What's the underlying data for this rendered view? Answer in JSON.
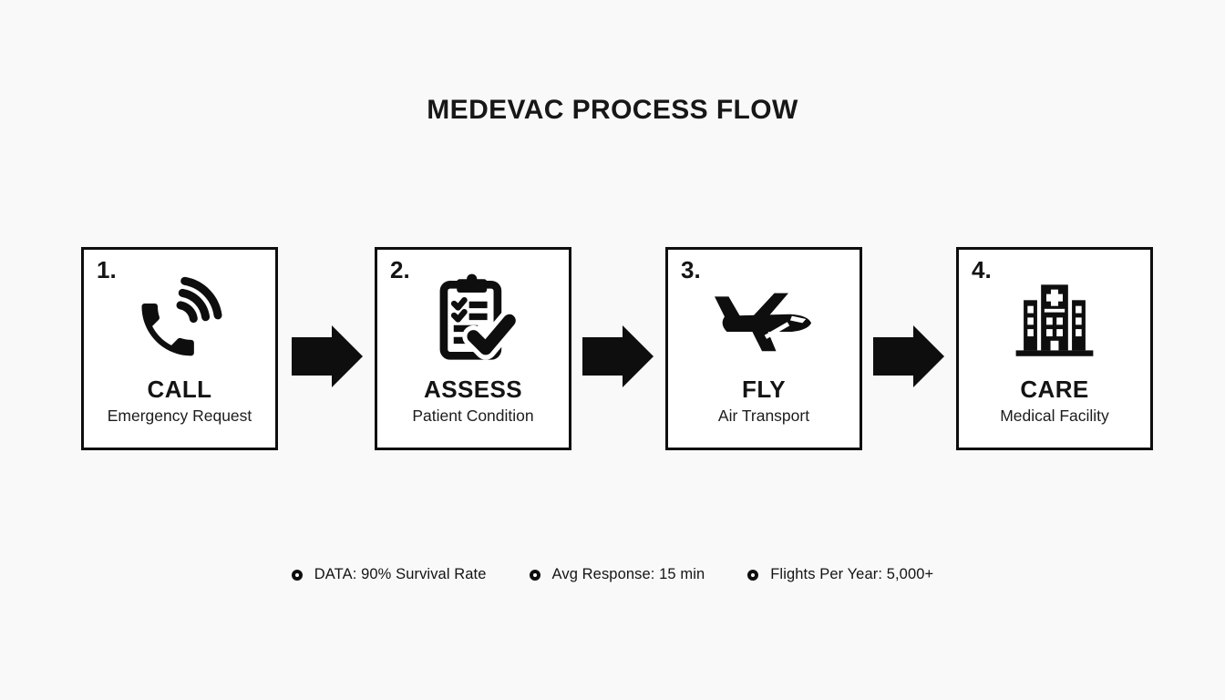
{
  "title": "MEDEVAC PROCESS FLOW",
  "steps": [
    {
      "number": "1.",
      "icon": "phone-call-icon",
      "label": "CALL",
      "sublabel": "Emergency Request"
    },
    {
      "number": "2.",
      "icon": "clipboard-check-icon",
      "label": "ASSESS",
      "sublabel": "Patient Condition"
    },
    {
      "number": "3.",
      "icon": "airplane-icon",
      "label": "FLY",
      "sublabel": "Air Transport"
    },
    {
      "number": "4.",
      "icon": "hospital-icon",
      "label": "CARE",
      "sublabel": "Medical Facility"
    }
  ],
  "arrows": {
    "count": 3,
    "icon": "right-arrow-icon"
  },
  "stats": [
    {
      "icon": "circle-icon",
      "text": "DATA: 90% Survival Rate"
    },
    {
      "icon": "circle-icon",
      "text": "Avg Response: 15 min"
    },
    {
      "icon": "circle-icon",
      "text": "Flights Per Year: 5,000+"
    }
  ],
  "colors": {
    "ink": "#0e0e0e",
    "background": "#f9f9f9",
    "box_background": "#ffffff"
  }
}
